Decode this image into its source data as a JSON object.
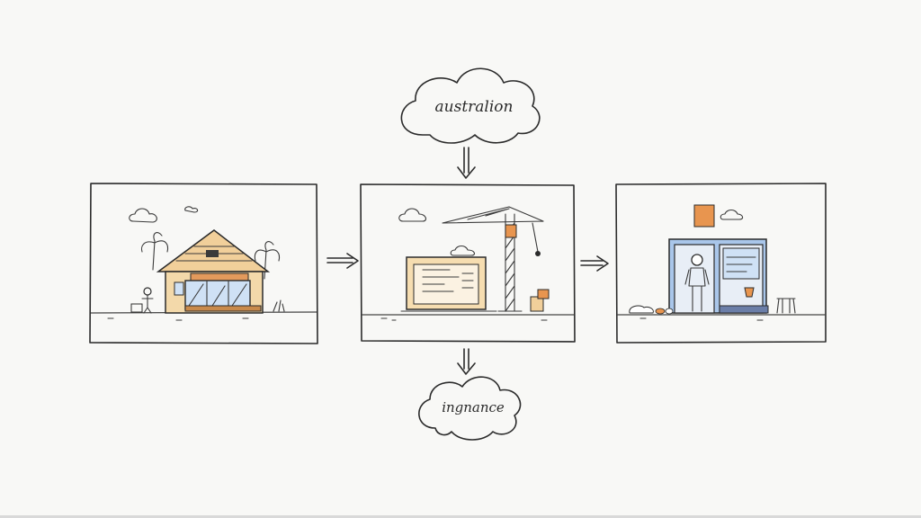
{
  "clouds": {
    "top": {
      "label": "australion"
    },
    "bottom": {
      "label": "ingnance"
    }
  },
  "panels": [
    {
      "id": "house",
      "icon": "house-storefront-icon"
    },
    {
      "id": "construction",
      "icon": "construction-crane-icon"
    },
    {
      "id": "office",
      "icon": "office-worker-icon"
    }
  ],
  "colors": {
    "ink": "#2b2b2b",
    "wood": "#f1cf9a",
    "wood_dark": "#c98a4b",
    "glass": "#cfe1f5",
    "glass_dark": "#8fb3dd",
    "roof_accent": "#e39a5c",
    "blue_panel": "#a9c6ea",
    "orange": "#e8954f"
  }
}
